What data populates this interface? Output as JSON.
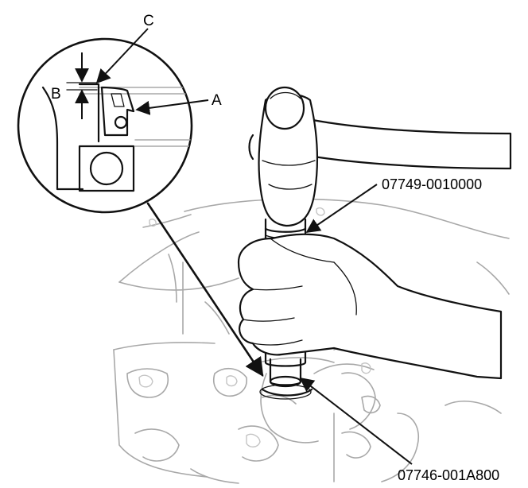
{
  "labels": {
    "a": "A",
    "b": "B",
    "c": "C",
    "driver_tool": "07749-0010000",
    "attachment_tool": "07746-001A800"
  }
}
